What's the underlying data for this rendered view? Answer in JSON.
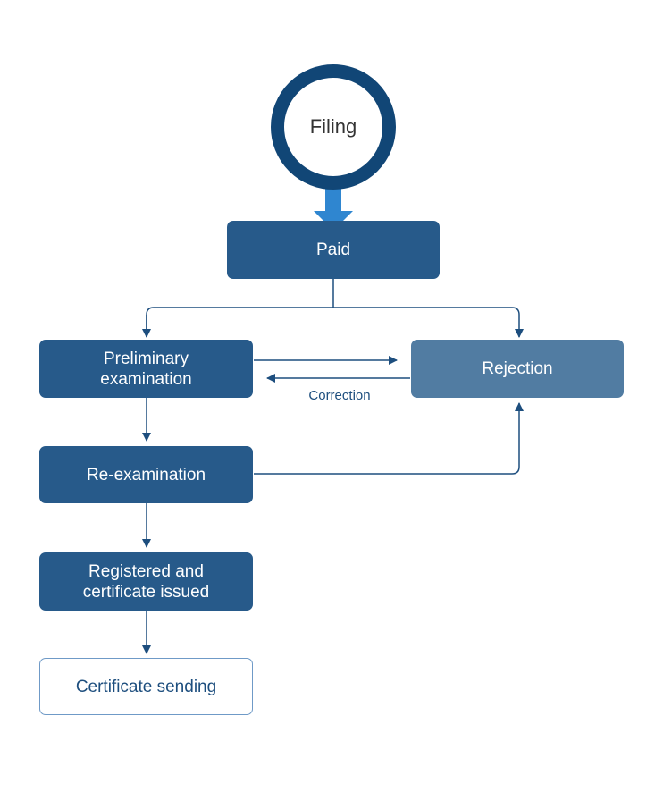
{
  "nodes": {
    "filing": "Filing",
    "paid": "Paid",
    "preliminary": "Preliminary\nexamination",
    "rejection": "Rejection",
    "reexamination": "Re-examination",
    "registered": "Registered and\ncertificate issued",
    "sending": "Certificate sending"
  },
  "labels": {
    "correction": "Correction"
  },
  "colors": {
    "dark_box": "#275a8a",
    "light_box": "#517ca2",
    "circle_ring": "#114676",
    "big_arrow": "#2f86d0",
    "connector": "#1d4e7e"
  }
}
